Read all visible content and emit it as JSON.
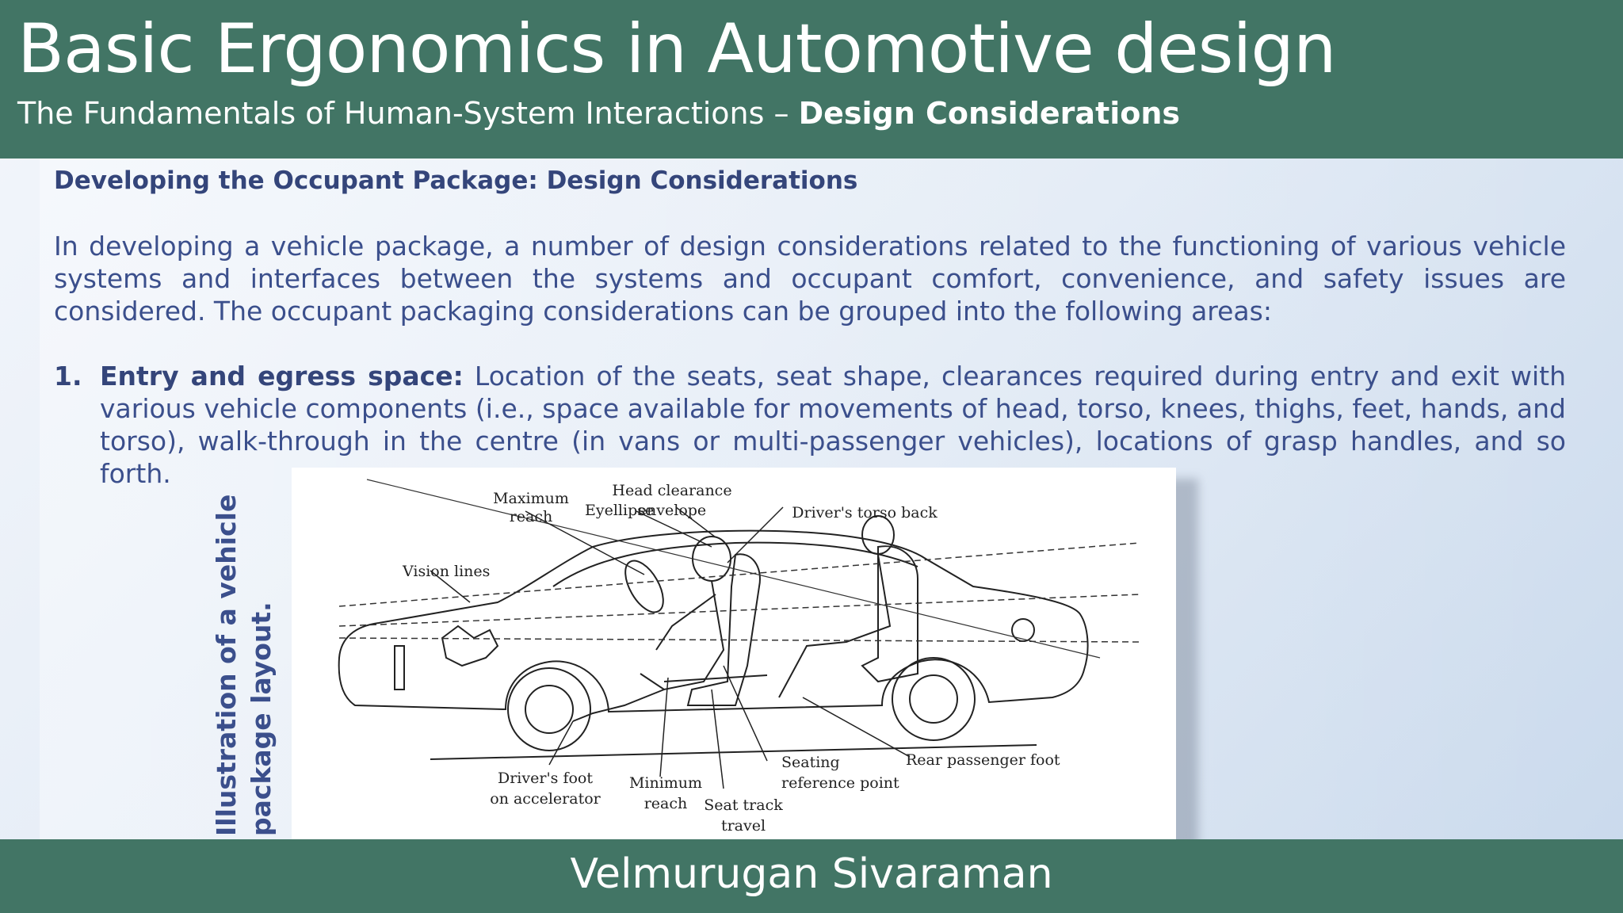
{
  "header": {
    "title": "Basic Ergonomics in Automotive design",
    "subtitle_prefix": "The Fundamentals of Human-System Interactions – ",
    "subtitle_bold": "Design Considerations"
  },
  "content": {
    "heading": "Developing the Occupant Package: Design Considerations",
    "intro": "In developing a vehicle package, a number of design considerations related to the functioning of various vehicle systems and interfaces between the systems and occupant comfort, convenience, and safety issues are considered. The occupant packaging considerations can be grouped into the following areas:",
    "list": [
      {
        "number": "1.",
        "lead": "Entry and egress space:",
        "text": " Location of the seats, seat shape, clearances required during entry and exit with various vehicle components (i.e., space available for movements of head, torso, knees, thighs, feet, hands, and torso), walk-through in the centre (in vans or multi-passenger vehicles), locations of grasp handles, and so forth."
      }
    ]
  },
  "figure": {
    "caption_line1": "Illustration of a vehicle",
    "caption_line2": "package layout.",
    "labels": {
      "maximum_reach": [
        "Maximum",
        "reach"
      ],
      "head_clearance": [
        "Head clearance",
        "envelope"
      ],
      "eyellipse": "Eyellipse",
      "torso_back": "Driver's torso back",
      "vision_lines": "Vision lines",
      "driver_foot": [
        "Driver's foot",
        "on accelerator"
      ],
      "minimum_reach": [
        "Minimum",
        "reach"
      ],
      "seat_track": [
        "Seat track",
        "travel"
      ],
      "seating_ref": [
        "Seating",
        "reference point"
      ],
      "rear_foot": "Rear passenger foot"
    }
  },
  "footer": {
    "author": "Velmurugan Sivaraman"
  }
}
